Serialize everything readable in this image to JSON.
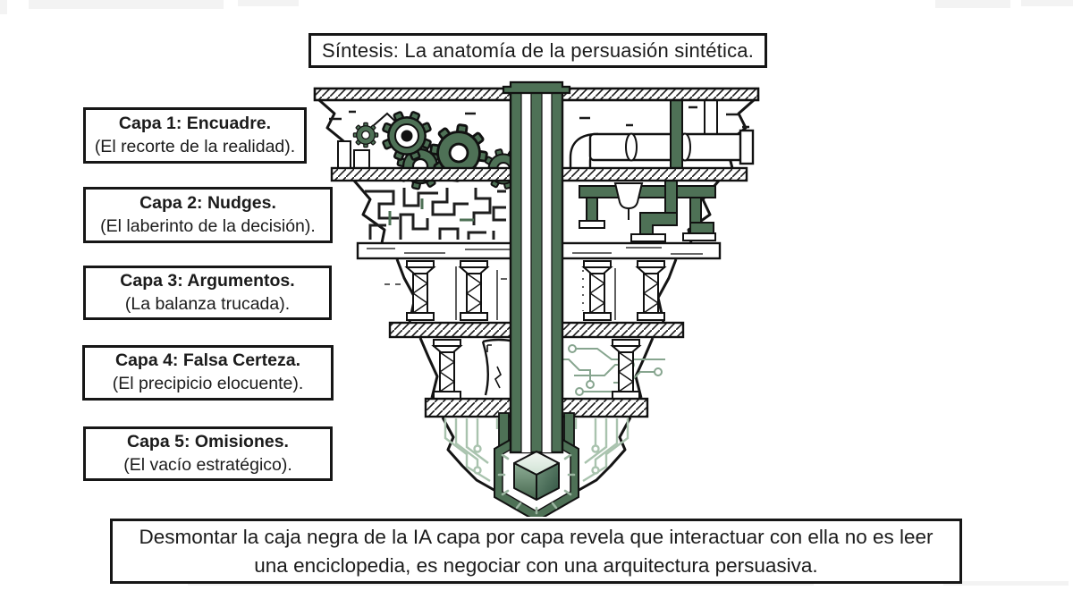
{
  "title": "Síntesis: La anatomía de la persuasión sintética.",
  "layers": [
    {
      "line1": "Capa 1: Encuadre.",
      "line2": "(El recorte de la realidad)."
    },
    {
      "line1": "Capa 2: Nudges.",
      "line2": "(El laberinto de la decisión)."
    },
    {
      "line1": "Capa 3: Argumentos.",
      "line2": "(La balanza trucada)."
    },
    {
      "line1": "Capa 4: Falsa Certeza.",
      "line2": "(El precipicio elocuente)."
    },
    {
      "line1": "Capa 5: Omisiones.",
      "line2": "(El vacío estratégico)."
    }
  ],
  "caption": "Desmontar la caja negra de la IA capa por capa revela que interactuar con ella no es leer una enciclopedia, es negociar con una arquitectura persuasiva.",
  "illustration": {
    "type": "excavation-cross-section",
    "parts": [
      "gears-icon",
      "pipes-icon",
      "maze-icon",
      "hopper-icon",
      "truss-columns-icon",
      "chasm-icon",
      "circuit-traces-icon",
      "drill-shaft-icon",
      "hexagon-pod-icon",
      "core-cube-icon"
    ]
  },
  "colors": {
    "accent_green": "#4e7156",
    "accent_green_dark": "#2e4a3a",
    "circuit_green_mid": "#87a58f",
    "circuit_green_light": "#a9c3ae",
    "ink": "#161616",
    "background": "#ffffff"
  }
}
